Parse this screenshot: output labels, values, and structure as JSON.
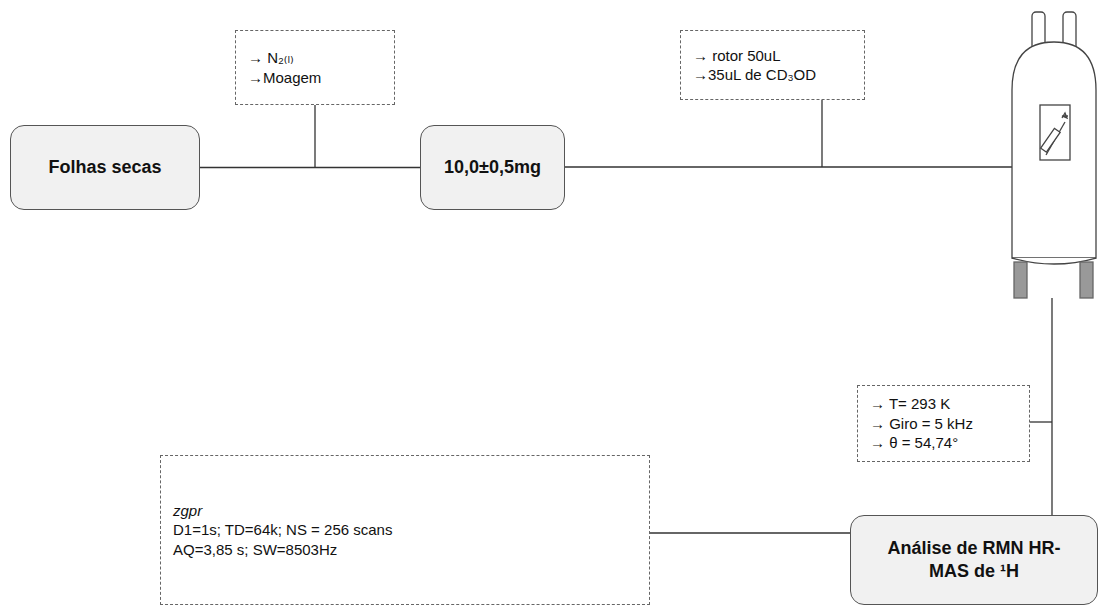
{
  "diagram": {
    "nodes": [
      {
        "text": [
          "→ N₂₍ₗ₎",
          "→Moagem"
        ]
      },
      {
        "text": [
          "→ rotor 50uL",
          "→35uL de CD₃OD"
        ]
      },
      {
        "text": [
          "Folhas secas"
        ]
      },
      {
        "text": [
          "10,0±0,5mg"
        ]
      },
      {
        "text": [
          "→ T= 293 K",
          "→ Giro = 5 kHz",
          "→ θ = 54,74°"
        ]
      },
      {
        "text": [
          "zgpr",
          "D1=1s; TD=64k; NS = 256 scans",
          "AQ=3,85 s; SW=8503Hz"
        ]
      },
      {
        "text": [
          "Análise de RMN HR-MAS de ¹H"
        ]
      }
    ],
    "edges": [
      {
        "from": 2,
        "to": 3,
        "arrow": "none"
      },
      {
        "from": 5,
        "to": 6,
        "arrow": "none"
      }
    ]
  }
}
